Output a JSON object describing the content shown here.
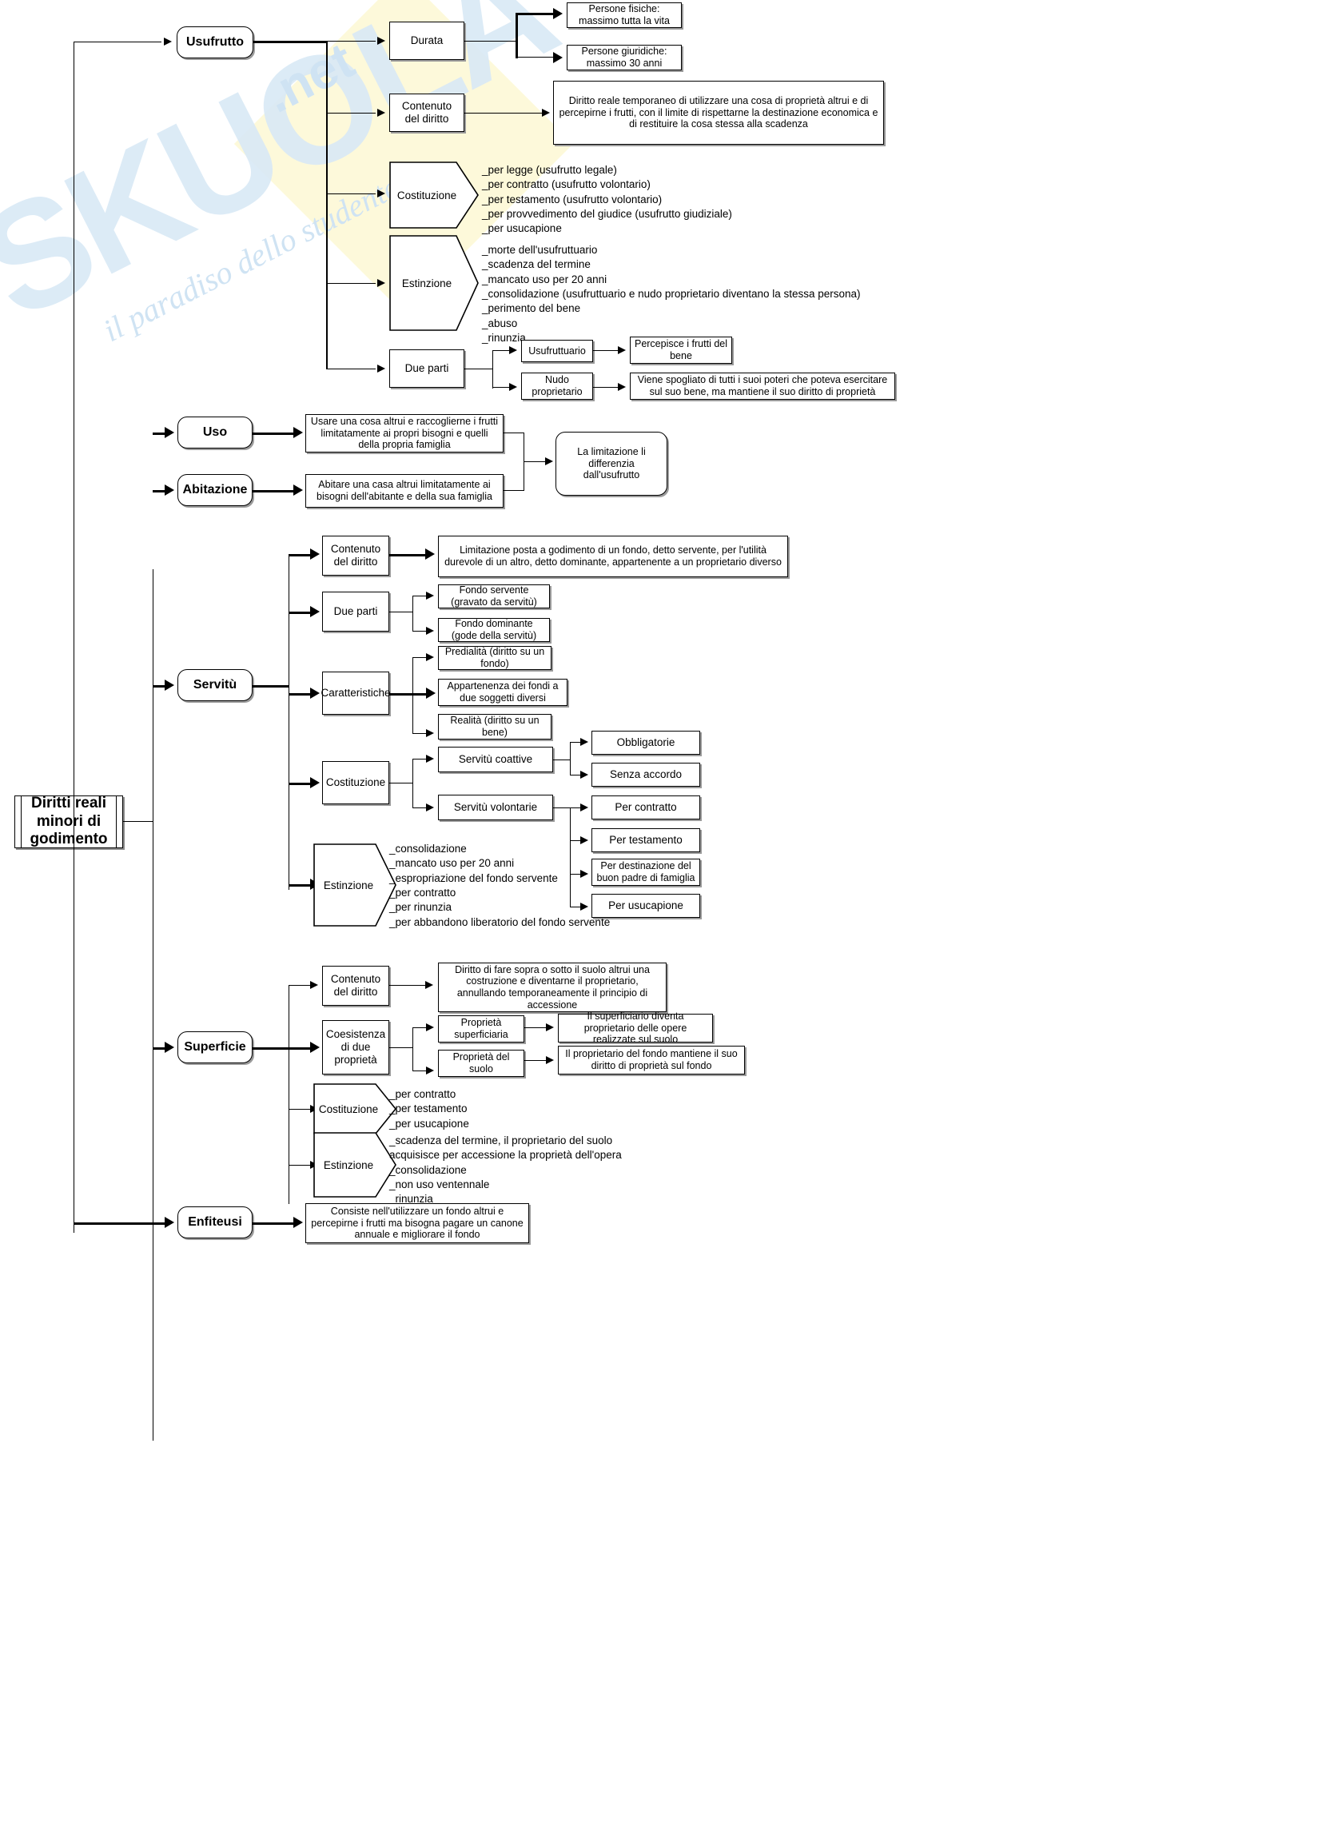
{
  "watermark": {
    "brand": "SKUOLA",
    "tld": ".net",
    "tagline": "il paradiso dello studente"
  },
  "root": {
    "label": "Diritti reali minori di godimento"
  },
  "branches": [
    {
      "key": "usufrutto",
      "label": "Usufrutto",
      "children": [
        {
          "key": "durata",
          "label": "Durata",
          "leaves": [
            {
              "label": "Persone fisiche: massimo tutta la vita"
            },
            {
              "label": "Persone giuridiche: massimo 30 anni"
            }
          ]
        },
        {
          "key": "contenuto",
          "label": "Contenuto del diritto",
          "leaves": [
            {
              "label": "Diritto reale temporaneo di utilizzare una cosa di proprietà altrui e di percepirne i frutti, con il limite di rispettarne la destinazione economica e di restituire la cosa stessa alla scadenza"
            }
          ]
        },
        {
          "key": "costituzione",
          "label": "Costituzione",
          "items": [
            "_per legge (usufrutto legale)",
            "_per contratto (usufrutto volontario)",
            "_per testamento (usufrutto volontario)",
            "_per provvedimento del giudice (usufrutto giudiziale)",
            "_per usucapione"
          ]
        },
        {
          "key": "estinzione",
          "label": "Estinzione",
          "items": [
            "_morte dell'usufruttuario",
            "_scadenza del termine",
            "_mancato uso per 20 anni",
            "_consolidazione (usufruttuario e nudo proprietario diventano la stessa persona)",
            "_perimento del bene",
            "_abuso",
            "_rinunzia"
          ]
        },
        {
          "key": "due-parti",
          "label": "Due parti",
          "leaves": [
            {
              "label": "Usufruttuario",
              "detail": "Percepisce i frutti del bene"
            },
            {
              "label": "Nudo proprietario",
              "detail": "Viene spogliato di tutti i suoi poteri che poteva esercitare sul suo bene, ma mantiene il suo diritto di proprietà"
            }
          ]
        }
      ]
    },
    {
      "key": "uso",
      "label": "Uso",
      "description": "Usare una cosa altrui e raccoglierne i frutti limitatamente ai propri bisogni e quelli della propria famiglia"
    },
    {
      "key": "abitazione",
      "label": "Abitazione",
      "description": "Abitare una casa altrui limitatamente ai bisogni dell'abitante e della sua famiglia"
    },
    {
      "key": "uso-abitazione-nota",
      "label": "La limitazione li differenzia dall'usufrutto"
    },
    {
      "key": "servitu",
      "label": "Servitù",
      "children": [
        {
          "key": "contenuto",
          "label": "Contenuto del diritto",
          "leaves": [
            {
              "label": "Limitazione posta a godimento di un fondo, detto servente, per l'utilità durevole di un altro, detto dominante, appartenente a un proprietario diverso"
            }
          ]
        },
        {
          "key": "due-parti",
          "label": "Due parti",
          "leaves": [
            {
              "label": "Fondo servente (gravato da servitù)"
            },
            {
              "label": "Fondo dominante (gode della servitù)"
            }
          ]
        },
        {
          "key": "caratteristiche",
          "label": "Caratteristiche",
          "leaves": [
            {
              "label": "Predialità (diritto su un fondo)"
            },
            {
              "label": "Appartenenza dei fondi a due soggetti diversi"
            },
            {
              "label": "Realità (diritto su un bene)"
            }
          ]
        },
        {
          "key": "costituzione",
          "label": "Costituzione",
          "leaves": [
            {
              "label": "Servitù coattive",
              "sub": [
                "Obbligatorie",
                "Senza accordo"
              ]
            },
            {
              "label": "Servitù volontarie",
              "sub": [
                "Per contratto",
                "Per testamento",
                "Per destinazione del buon padre di famiglia",
                "Per usucapione"
              ]
            }
          ]
        },
        {
          "key": "estinzione",
          "label": "Estinzione",
          "items": [
            "_consolidazione",
            "_mancato uso per 20 anni",
            "_espropriazione del fondo servente",
            "_per contratto",
            "_per rinunzia",
            "_per abbandono liberatorio del fondo servente"
          ]
        }
      ]
    },
    {
      "key": "superficie",
      "label": "Superficie",
      "children": [
        {
          "key": "contenuto",
          "label": "Contenuto del diritto",
          "leaves": [
            {
              "label": "Diritto di fare sopra o sotto il suolo altrui una costruzione e diventarne il proprietario, annullando temporaneamente il principio di accessione"
            }
          ]
        },
        {
          "key": "coesistenza",
          "label": "Coesistenza di due proprietà",
          "leaves": [
            {
              "label": "Proprietà superficiaria",
              "detail": "Il superficiario diventa proprietario delle opere realizzate sul suolo"
            },
            {
              "label": "Proprietà del suolo",
              "detail": "Il proprietario del fondo mantiene il suo diritto di proprietà sul fondo"
            }
          ]
        },
        {
          "key": "costituzione",
          "label": "Costituzione",
          "items": [
            "_per contratto",
            "_per testamento",
            "_per usucapione"
          ]
        },
        {
          "key": "estinzione",
          "label": "Estinzione",
          "items": [
            "_scadenza del termine, il proprietario del suolo",
            "acquisisce per accessione la proprietà dell'opera",
            "_consolidazione",
            "_non uso ventennale",
            "_rinunzia"
          ]
        }
      ]
    },
    {
      "key": "enfiteusi",
      "label": "Enfiteusi",
      "description": "Consiste nell'utilizzare un fondo altrui e percepirne i frutti ma bisogna pagare un canone annuale e migliorare il fondo"
    }
  ]
}
